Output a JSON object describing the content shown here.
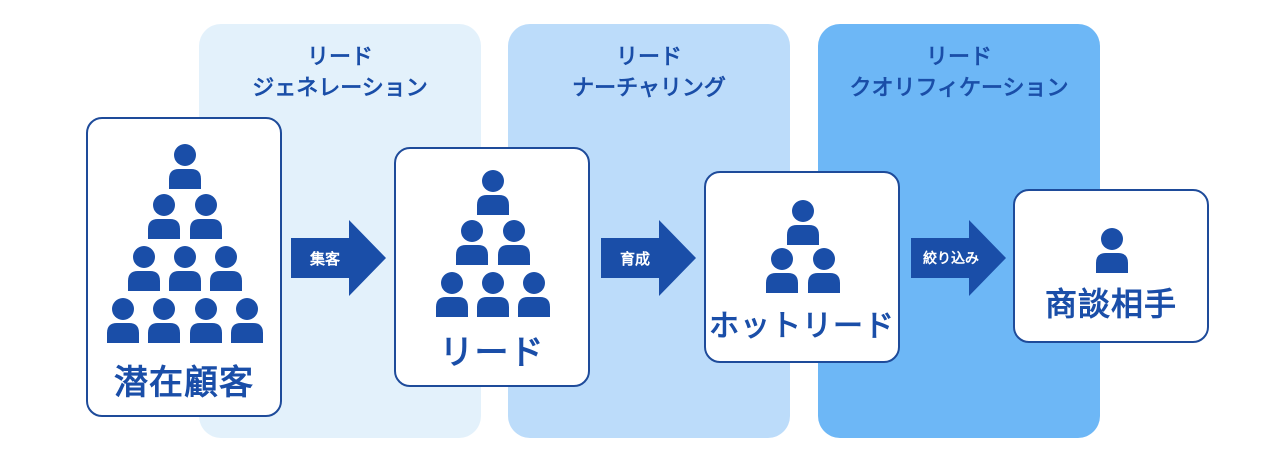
{
  "stages": [
    {
      "title_line1": "リード",
      "title_line2": "ジェネレーション"
    },
    {
      "title_line1": "リード",
      "title_line2": "ナーチャリング"
    },
    {
      "title_line1": "リード",
      "title_line2": "クオリフィケーション"
    }
  ],
  "cards": [
    {
      "label": "潜在顧客",
      "persons": 10
    },
    {
      "label": "リード",
      "persons": 6
    },
    {
      "label": "ホットリード",
      "persons": 3
    },
    {
      "label": "商談相手",
      "persons": 1
    }
  ],
  "arrows": [
    {
      "label": "集客"
    },
    {
      "label": "育成"
    },
    {
      "label": "絞り込み"
    }
  ],
  "colors": {
    "primary": "#1a4ea8",
    "stage1_bg": "#e3f1fb",
    "stage2_bg": "#bcdcfa",
    "stage3_bg": "#6db7f6"
  }
}
